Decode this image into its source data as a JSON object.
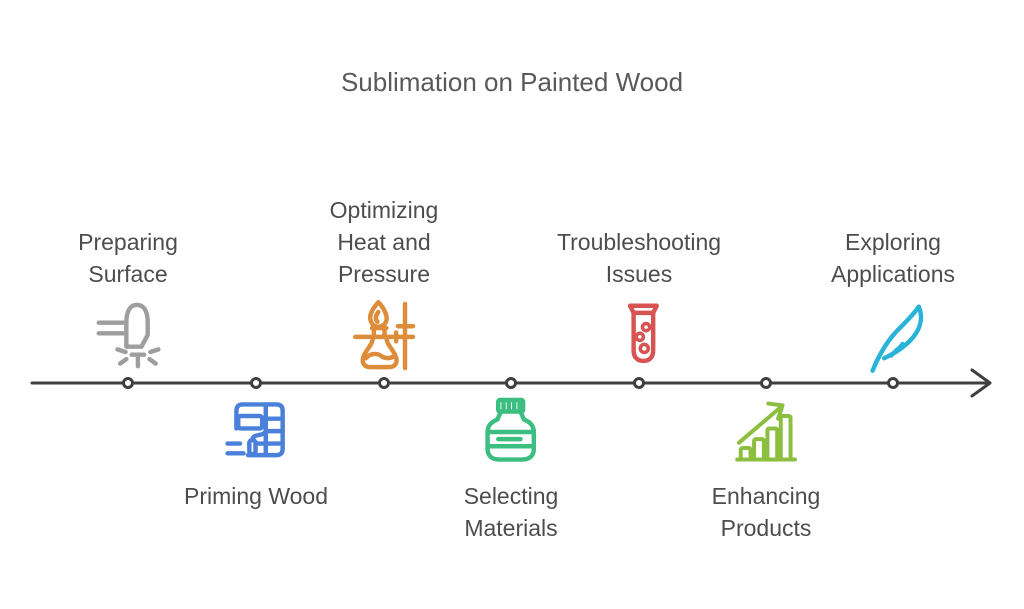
{
  "title": "Sublimation on Painted Wood",
  "colors": {
    "background": "#ffffff",
    "title_text": "#595959",
    "label_text": "#4d4d4d",
    "axis": "#3f3f3f"
  },
  "timeline": {
    "type": "horizontal-arrow-timeline",
    "milestones": [
      {
        "label": "Preparing\nSurface",
        "icon": "airbrush-icon",
        "color": "#9e9e9e",
        "side": "above"
      },
      {
        "label": "Priming Wood",
        "icon": "paint-roller-icon",
        "color": "#4a80d9",
        "side": "below"
      },
      {
        "label": "Optimizing\nHeat and\nPressure",
        "icon": "bunsen-burner-icon",
        "color": "#dd8c3a",
        "side": "above"
      },
      {
        "label": "Selecting\nMaterials",
        "icon": "ink-jar-icon",
        "color": "#3dbe81",
        "side": "below"
      },
      {
        "label": "Troubleshooting\nIssues",
        "icon": "test-tube-icon",
        "color": "#d75452",
        "side": "above"
      },
      {
        "label": "Enhancing\nProducts",
        "icon": "growth-chart-icon",
        "color": "#8cbe3f",
        "side": "below"
      },
      {
        "label": "Exploring\nApplications",
        "icon": "feather-icon",
        "color": "#29b3d8",
        "side": "above"
      }
    ]
  }
}
